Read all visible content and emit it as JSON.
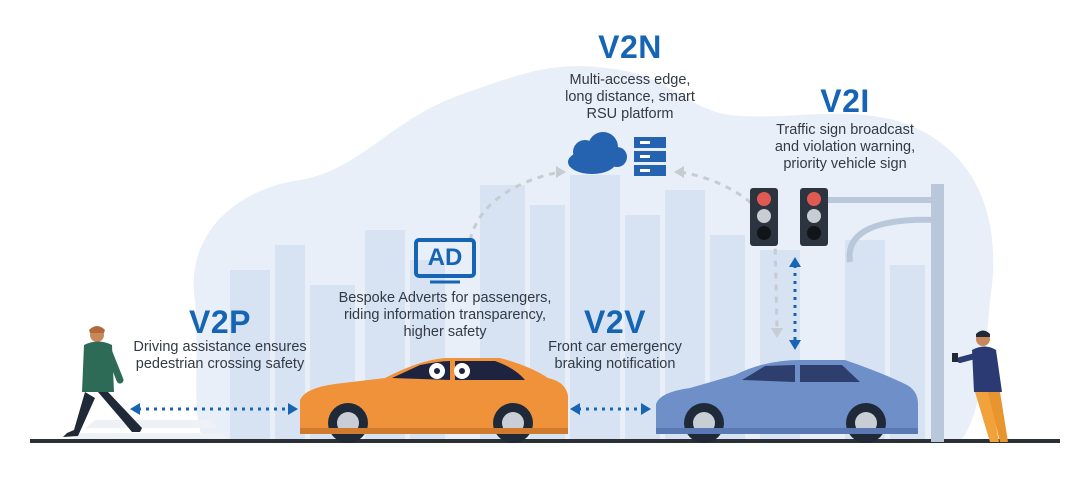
{
  "colors": {
    "accent": "#1565b4",
    "blob": "#e6eef8",
    "city": "#d6e2f1",
    "orange_car": "#f0923a",
    "blue_car": "#6f8fc9",
    "text": "#333a44"
  },
  "labels": {
    "v2n": {
      "title": "V2N",
      "lines": [
        "Multi-access edge,",
        "long distance, smart",
        "RSU platform"
      ]
    },
    "v2i": {
      "title": "V2I",
      "lines": [
        "Traffic sign broadcast",
        "and violation warning,",
        "priority vehicle sign"
      ]
    },
    "v2p": {
      "title": "V2P",
      "lines": [
        "Driving assistance ensures",
        "pedestrian crossing safety"
      ]
    },
    "v2v": {
      "title": "V2V",
      "lines": [
        "Front car emergency",
        "braking notification"
      ]
    },
    "ad": {
      "badge": "AD",
      "lines": [
        "Bespoke Adverts for passengers,",
        "riding information transparency,",
        "higher safety"
      ]
    }
  },
  "icons": [
    "cloud-icon",
    "server-icon",
    "ad-screen-icon",
    "traffic-light-icon",
    "pedestrian-icon",
    "person-phone-icon",
    "orange-car-icon",
    "blue-car-icon"
  ]
}
